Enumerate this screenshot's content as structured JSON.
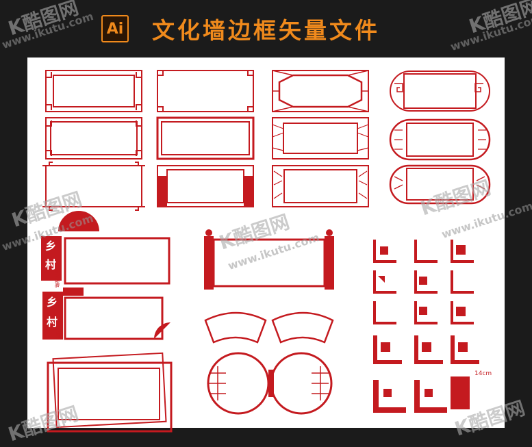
{
  "header": {
    "badge": "Ai",
    "title": "文化墙边框矢量文件"
  },
  "watermark": {
    "logo": "K酷图网",
    "url": "www.ikutu.com"
  },
  "design": {
    "country_char": "乡",
    "village_char": "村",
    "slogan": "振兴战略",
    "size_label": "14cm"
  },
  "colors": {
    "red": "#c41a1f",
    "orange": "#f08a1c",
    "background": "#1b1b1b"
  }
}
